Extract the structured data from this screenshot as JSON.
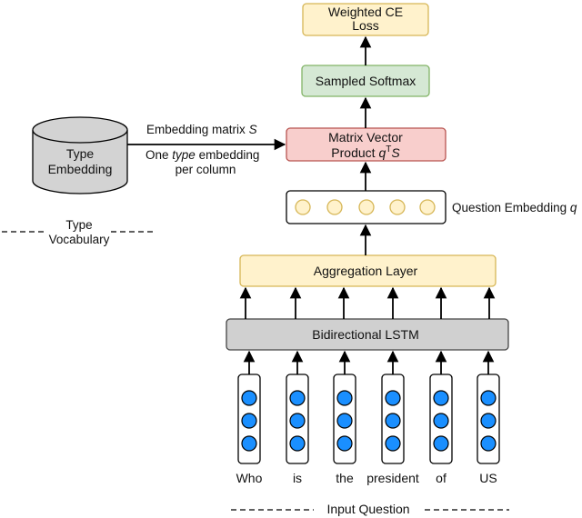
{
  "boxes": {
    "weighted_loss_line1": "Weighted CE",
    "weighted_loss_line2": "Loss",
    "sampled_softmax": "Sampled Softmax",
    "matrix_vector_line1": "Matrix Vector",
    "matrix_vector_line2_prefix": "Product ",
    "matrix_vector_q": "q",
    "matrix_vector_T": "T",
    "matrix_vector_S": "S",
    "aggregation_layer": "Aggregation Layer",
    "bilstm": "Bidirectional LSTM"
  },
  "type_embedding": {
    "line1": "Type",
    "line2": "Embedding"
  },
  "type_vocabulary": {
    "line1": "Type",
    "line2": "Vocabulary"
  },
  "edge_labels": {
    "embedding_matrix": "Embedding matrix ",
    "embedding_matrix_S": "S",
    "one": "One ",
    "type_italic": "type",
    "embedding_suffix": " embedding",
    "per_column": "per column"
  },
  "question_embedding": {
    "label": "Question Embedding ",
    "q": "q"
  },
  "input_question": {
    "label": "Input Question",
    "tokens": [
      "Who",
      "is",
      "the",
      "president",
      "of",
      "US"
    ]
  },
  "colors": {
    "yellow_fill": "#fff2cc",
    "yellow_stroke": "#d6b656",
    "green_fill": "#d5e8d4",
    "green_stroke": "#82b366",
    "red_fill": "#f8cecc",
    "red_stroke": "#b85450",
    "gray_fill": "#d0d0d0",
    "cylinder_fill": "#d3d3d3",
    "token_dot": "#1a8fff"
  }
}
